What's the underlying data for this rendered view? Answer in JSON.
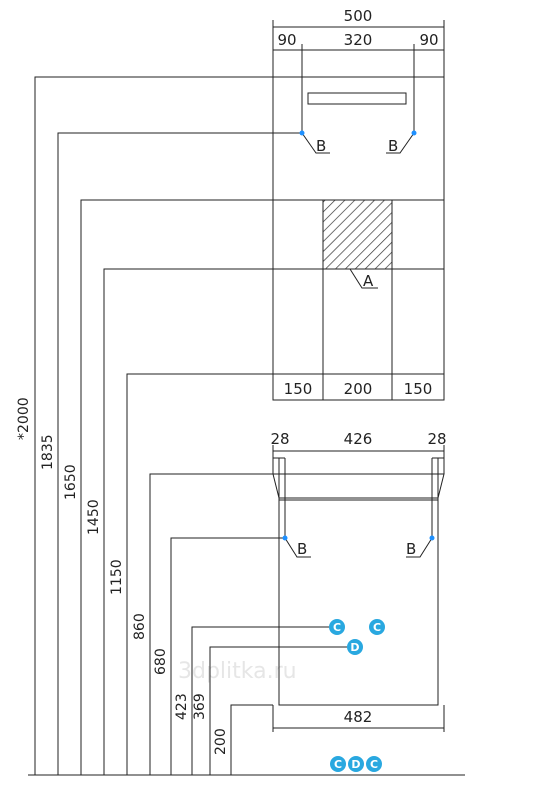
{
  "colors": {
    "line": "#222222",
    "marker_dot": "#1e90ff",
    "connector_circle": "#29a8e0",
    "hatch": "#333333",
    "watermark": "#e6e6e6"
  },
  "mirror": {
    "width_total": "500",
    "width_left": "90",
    "width_middle": "320",
    "width_right": "90",
    "bottom_left": "150",
    "bottom_middle": "200",
    "bottom_right": "150",
    "marker_b_left": "B",
    "marker_b_right": "B",
    "marker_a": "A"
  },
  "cabinet": {
    "width_left": "28",
    "width_middle": "426",
    "width_right": "28",
    "bottom_width": "482",
    "marker_b_left": "B",
    "marker_b_right": "B",
    "connectors_upper": [
      "C",
      "C"
    ],
    "connector_d_upper": "D",
    "connectors_floor": [
      "C",
      "D",
      "C"
    ]
  },
  "heights": {
    "h2000": "*2000",
    "h1835": "1835",
    "h1650": "1650",
    "h1450": "1450",
    "h1150": "1150",
    "h860": "860",
    "h680": "680",
    "h423": "423",
    "h369": "369",
    "h200": "200"
  },
  "watermark": "3dplitka.ru"
}
